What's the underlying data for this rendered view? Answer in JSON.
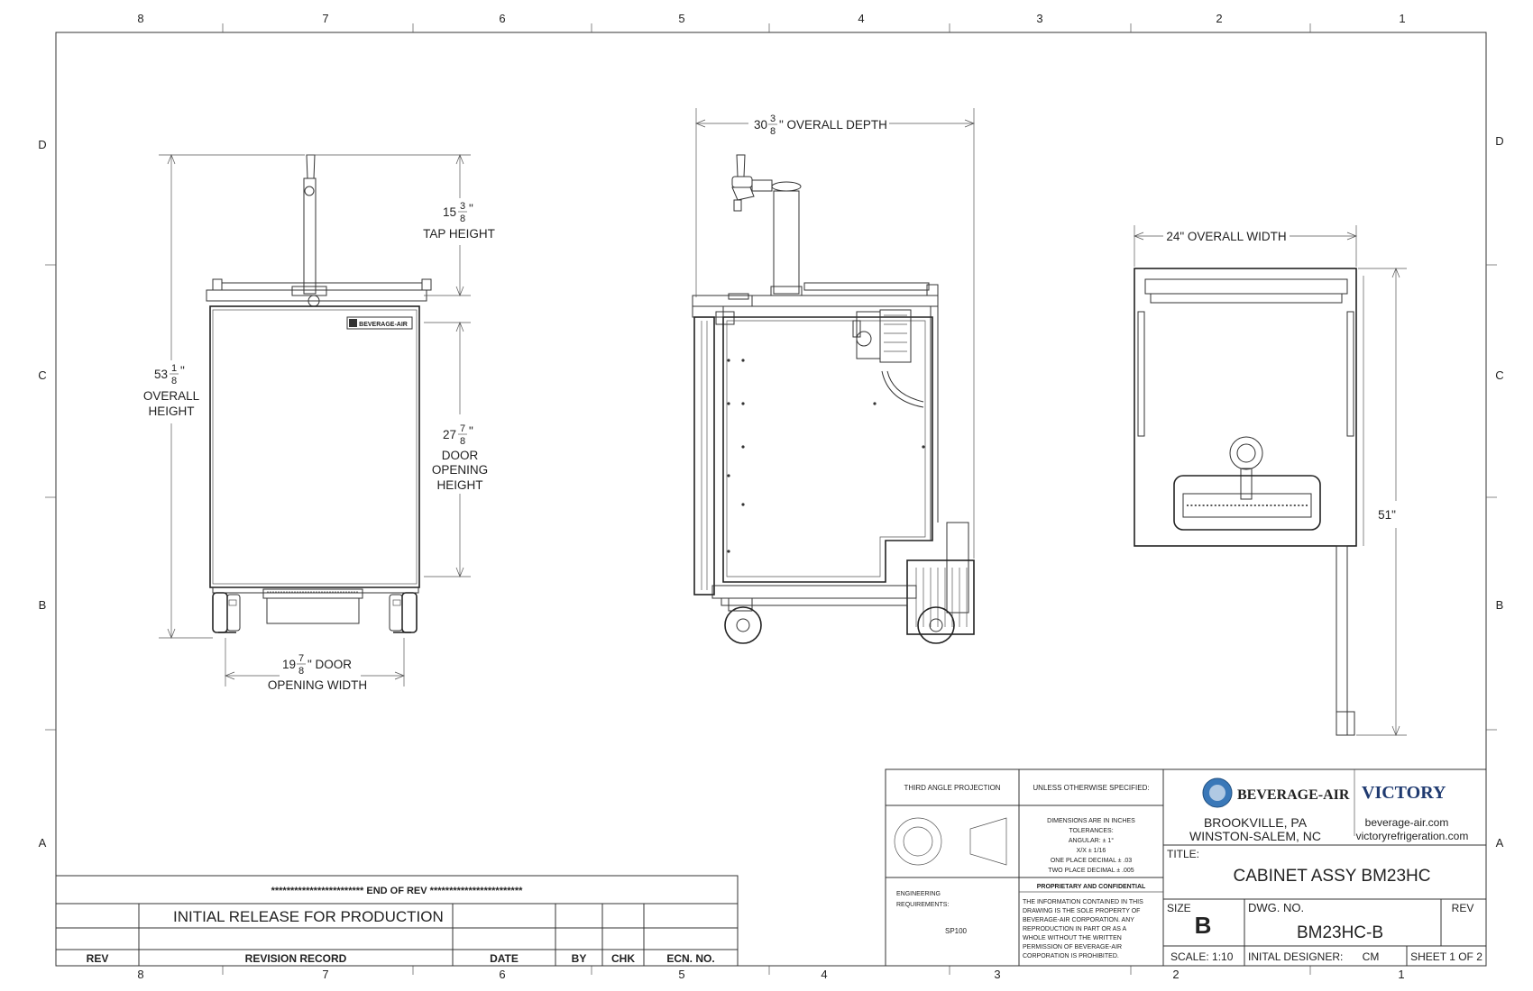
{
  "grid": {
    "top_cols": [
      "8",
      "7",
      "6",
      "5",
      "4",
      "3",
      "2",
      "1"
    ],
    "bottom_cols": [
      "8",
      "7",
      "6",
      "5",
      "4",
      "3",
      "2",
      "1"
    ],
    "left_rows": [
      "D",
      "C",
      "B",
      "A"
    ],
    "right_rows": [
      "D",
      "C",
      "B",
      "A"
    ]
  },
  "front_view": {
    "tap_height": {
      "whole": "15",
      "num": "3",
      "den": "8",
      "unit": "\"",
      "label": "TAP HEIGHT"
    },
    "overall_height": {
      "whole": "53",
      "num": "1",
      "den": "8",
      "unit": "\"",
      "label1": "OVERALL",
      "label2": "HEIGHT"
    },
    "door_opening_height": {
      "whole": "27",
      "num": "7",
      "den": "8",
      "unit": "\"",
      "label1": "DOOR",
      "label2": "OPENING",
      "label3": "HEIGHT"
    },
    "door_opening_width": {
      "whole": "19",
      "num": "7",
      "den": "8",
      "unit": "\" DOOR",
      "label2": "OPENING WIDTH"
    },
    "badge": "BEVERAGE-AIR"
  },
  "side_view": {
    "overall_depth": {
      "whole": "30",
      "num": "3",
      "den": "8",
      "unit": "\" OVERALL DEPTH"
    }
  },
  "top_view": {
    "overall_width": "24\" OVERALL WIDTH",
    "depth_with_door": "51\""
  },
  "revision_block": {
    "end_banner": "************************ END OF REV ************************",
    "rows": [
      {
        "rev": "",
        "record": "INITIAL RELEASE FOR PRODUCTION",
        "date": "",
        "by": "",
        "chk": "",
        "ecn": ""
      }
    ],
    "headers": {
      "rev": "REV",
      "record": "REVISION RECORD",
      "date": "DATE",
      "by": "BY",
      "chk": "CHK",
      "ecn": "ECN. NO."
    }
  },
  "title_block": {
    "projection_label": "THIRD ANGLE PROJECTION",
    "unless_label": "UNLESS OTHERWISE SPECIFIED:",
    "tolerances": [
      "DIMENSIONS ARE IN INCHES",
      "TOLERANCES:",
      "ANGULAR: ± 1°",
      "X/X ± 1/16",
      "ONE PLACE DECIMAL ± .03",
      "TWO PLACE DECIMAL ± .005"
    ],
    "engineering_label1": "ENGINEERING",
    "engineering_label2": "REQUIREMENTS:",
    "engineering_value": "SP100",
    "proprietary_title": "PROPRIETARY AND CONFIDENTIAL",
    "proprietary_lines": [
      "THE INFORMATION CONTAINED IN THIS",
      "DRAWING IS THE SOLE PROPERTY OF",
      "BEVERAGE-AIR CORPORATION. ANY",
      "REPRODUCTION IN PART OR AS A",
      "WHOLE WITHOUT THE WRITTEN",
      "PERMISSION OF BEVERAGE-AIR",
      "CORPORATION IS PROHIBITED."
    ],
    "brand1": "BEVERAGE-AIR",
    "brand2": "VICTORY",
    "city1": "BROOKVILLE, PA",
    "city2": "WINSTON-SALEM, NC",
    "web1": "beverage-air.com",
    "web2": "victoryrefrigeration.com",
    "title_label": "TITLE:",
    "title": "CABINET ASSY BM23HC",
    "size_label": "SIZE",
    "size": "B",
    "dwg_label": "DWG. NO.",
    "dwg_no": "BM23HC-B",
    "rev_label": "REV",
    "scale": "SCALE: 1:10",
    "designer_label": "INITAL DESIGNER:",
    "designer": "CM",
    "sheet": "SHEET 1 OF 2"
  }
}
